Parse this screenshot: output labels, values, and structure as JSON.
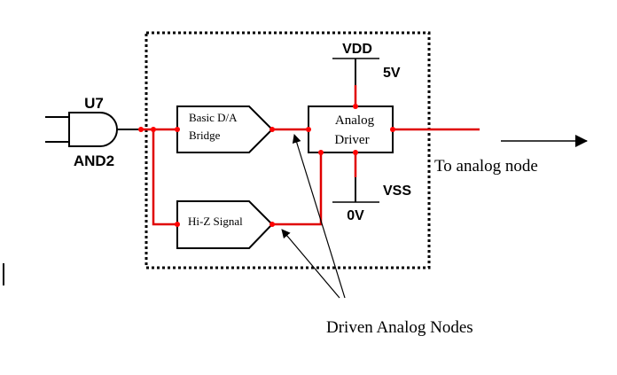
{
  "colors": {
    "wire_red": "#e00000",
    "wire_black": "#000000",
    "node_red": "#ff0000"
  },
  "gate": {
    "ref": "U7",
    "type": "AND2"
  },
  "blocks": {
    "dac_bridge": {
      "line1": "Basic D/A",
      "line2": "Bridge"
    },
    "hiz_signal": {
      "label": "Hi-Z Signal"
    },
    "analog_driver": {
      "line1": "Analog",
      "line2": "Driver"
    }
  },
  "supplies": {
    "vdd": {
      "name": "VDD",
      "value": "5V"
    },
    "vss": {
      "name": "VSS",
      "value": "0V"
    }
  },
  "annotations": {
    "output": "To analog node",
    "driven_nodes": "Driven Analog Nodes"
  }
}
